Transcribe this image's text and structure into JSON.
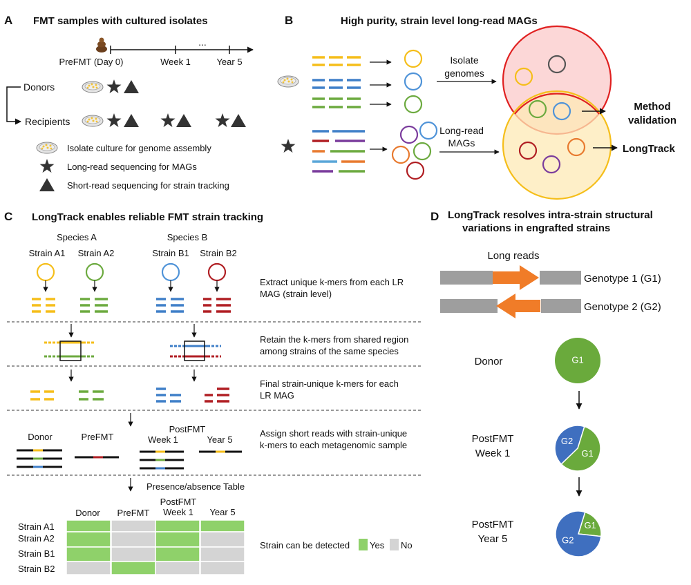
{
  "panels": {
    "a": {
      "letter": "A",
      "title": "FMT samples with cultured isolates",
      "timeline": {
        "pre": "PreFMT (Day 0)",
        "week1": "Week 1",
        "ellipsis": "...",
        "year5": "Year 5"
      },
      "donors": "Donors",
      "recipients": "Recipients",
      "legend": {
        "culture": "Isolate culture for genome assembly",
        "star": "Long-read sequencing for MAGs",
        "triangle": "Short-read sequencing for strain tracking"
      }
    },
    "b": {
      "letter": "B",
      "title": "High purity, strain level long-read MAGs",
      "isolate_genomes": [
        "Isolate",
        "genomes"
      ],
      "long_read_mags": [
        "Long-read",
        "MAGs"
      ],
      "method_validation": [
        "Method",
        "validation"
      ],
      "longtrack": "LongTrack"
    },
    "c": {
      "letter": "C",
      "title": "LongTrack enables reliable FMT strain tracking",
      "species_a": "Species A",
      "species_b": "Species B",
      "strains": [
        "Strain A1",
        "Strain A2",
        "Strain B1",
        "Strain B2"
      ],
      "steps": [
        [
          "Extract unique k-mers from each LR",
          "MAG (strain level)"
        ],
        [
          "Retain the k-mers from shared region",
          "among strains of the same species"
        ],
        [
          "Final strain-unique k-mers for each",
          "LR MAG"
        ],
        [
          "Assign short reads with strain-unique",
          "k-mers to each metagenomic sample"
        ]
      ],
      "samples": {
        "donor": "Donor",
        "prefmt": "PreFMT",
        "postfmt": "PostFMT",
        "week1": "Week 1",
        "year5": "Year 5"
      },
      "table_title": "Presence/absence Table",
      "table": {
        "columns": [
          "Donor",
          "PreFMT",
          "PostFMT",
          "Week 1",
          "Year 5"
        ],
        "rows": [
          "Strain A1",
          "Strain A2",
          "Strain B1",
          "Strain B2"
        ],
        "presence": [
          [
            1,
            0,
            1,
            1
          ],
          [
            1,
            0,
            1,
            0
          ],
          [
            1,
            0,
            1,
            0
          ],
          [
            0,
            1,
            0,
            0
          ]
        ]
      },
      "detect_label": "Strain can be detected",
      "yes": "Yes",
      "no": "No"
    },
    "d": {
      "letter": "D",
      "title": [
        "LongTrack resolves intra-strain structural",
        "variations in engrafted strains"
      ],
      "long_reads": "Long reads",
      "genotype1": "Genotype 1 (G1)",
      "genotype2": "Genotype 2 (G2)",
      "donor": "Donor",
      "week1": [
        "PostFMT",
        "Week 1"
      ],
      "year5": [
        "PostFMT",
        "Year 5"
      ],
      "g1": "G1",
      "g2": "G2",
      "pies": [
        {
          "g1_fraction": 1.0,
          "g2_fraction": 0.0
        },
        {
          "g1_fraction": 0.58,
          "g2_fraction": 0.42
        },
        {
          "g1_fraction": 0.22,
          "g2_fraction": 0.78
        }
      ]
    }
  },
  "colors": {
    "yellow": "#f5be1a",
    "blue": "#3f7fc8",
    "green": "#6caa3f",
    "darkred": "#b01e23",
    "purple": "#7a3b9c",
    "orange": "#e87a2f",
    "lightblue": "#5aa6d8",
    "present": "#8fd16a",
    "absent": "#d4d4d4",
    "gray_bar": "#9e9e9e",
    "pie_blue": "#3f6fbf",
    "pie_green": "#6aaa3c"
  }
}
